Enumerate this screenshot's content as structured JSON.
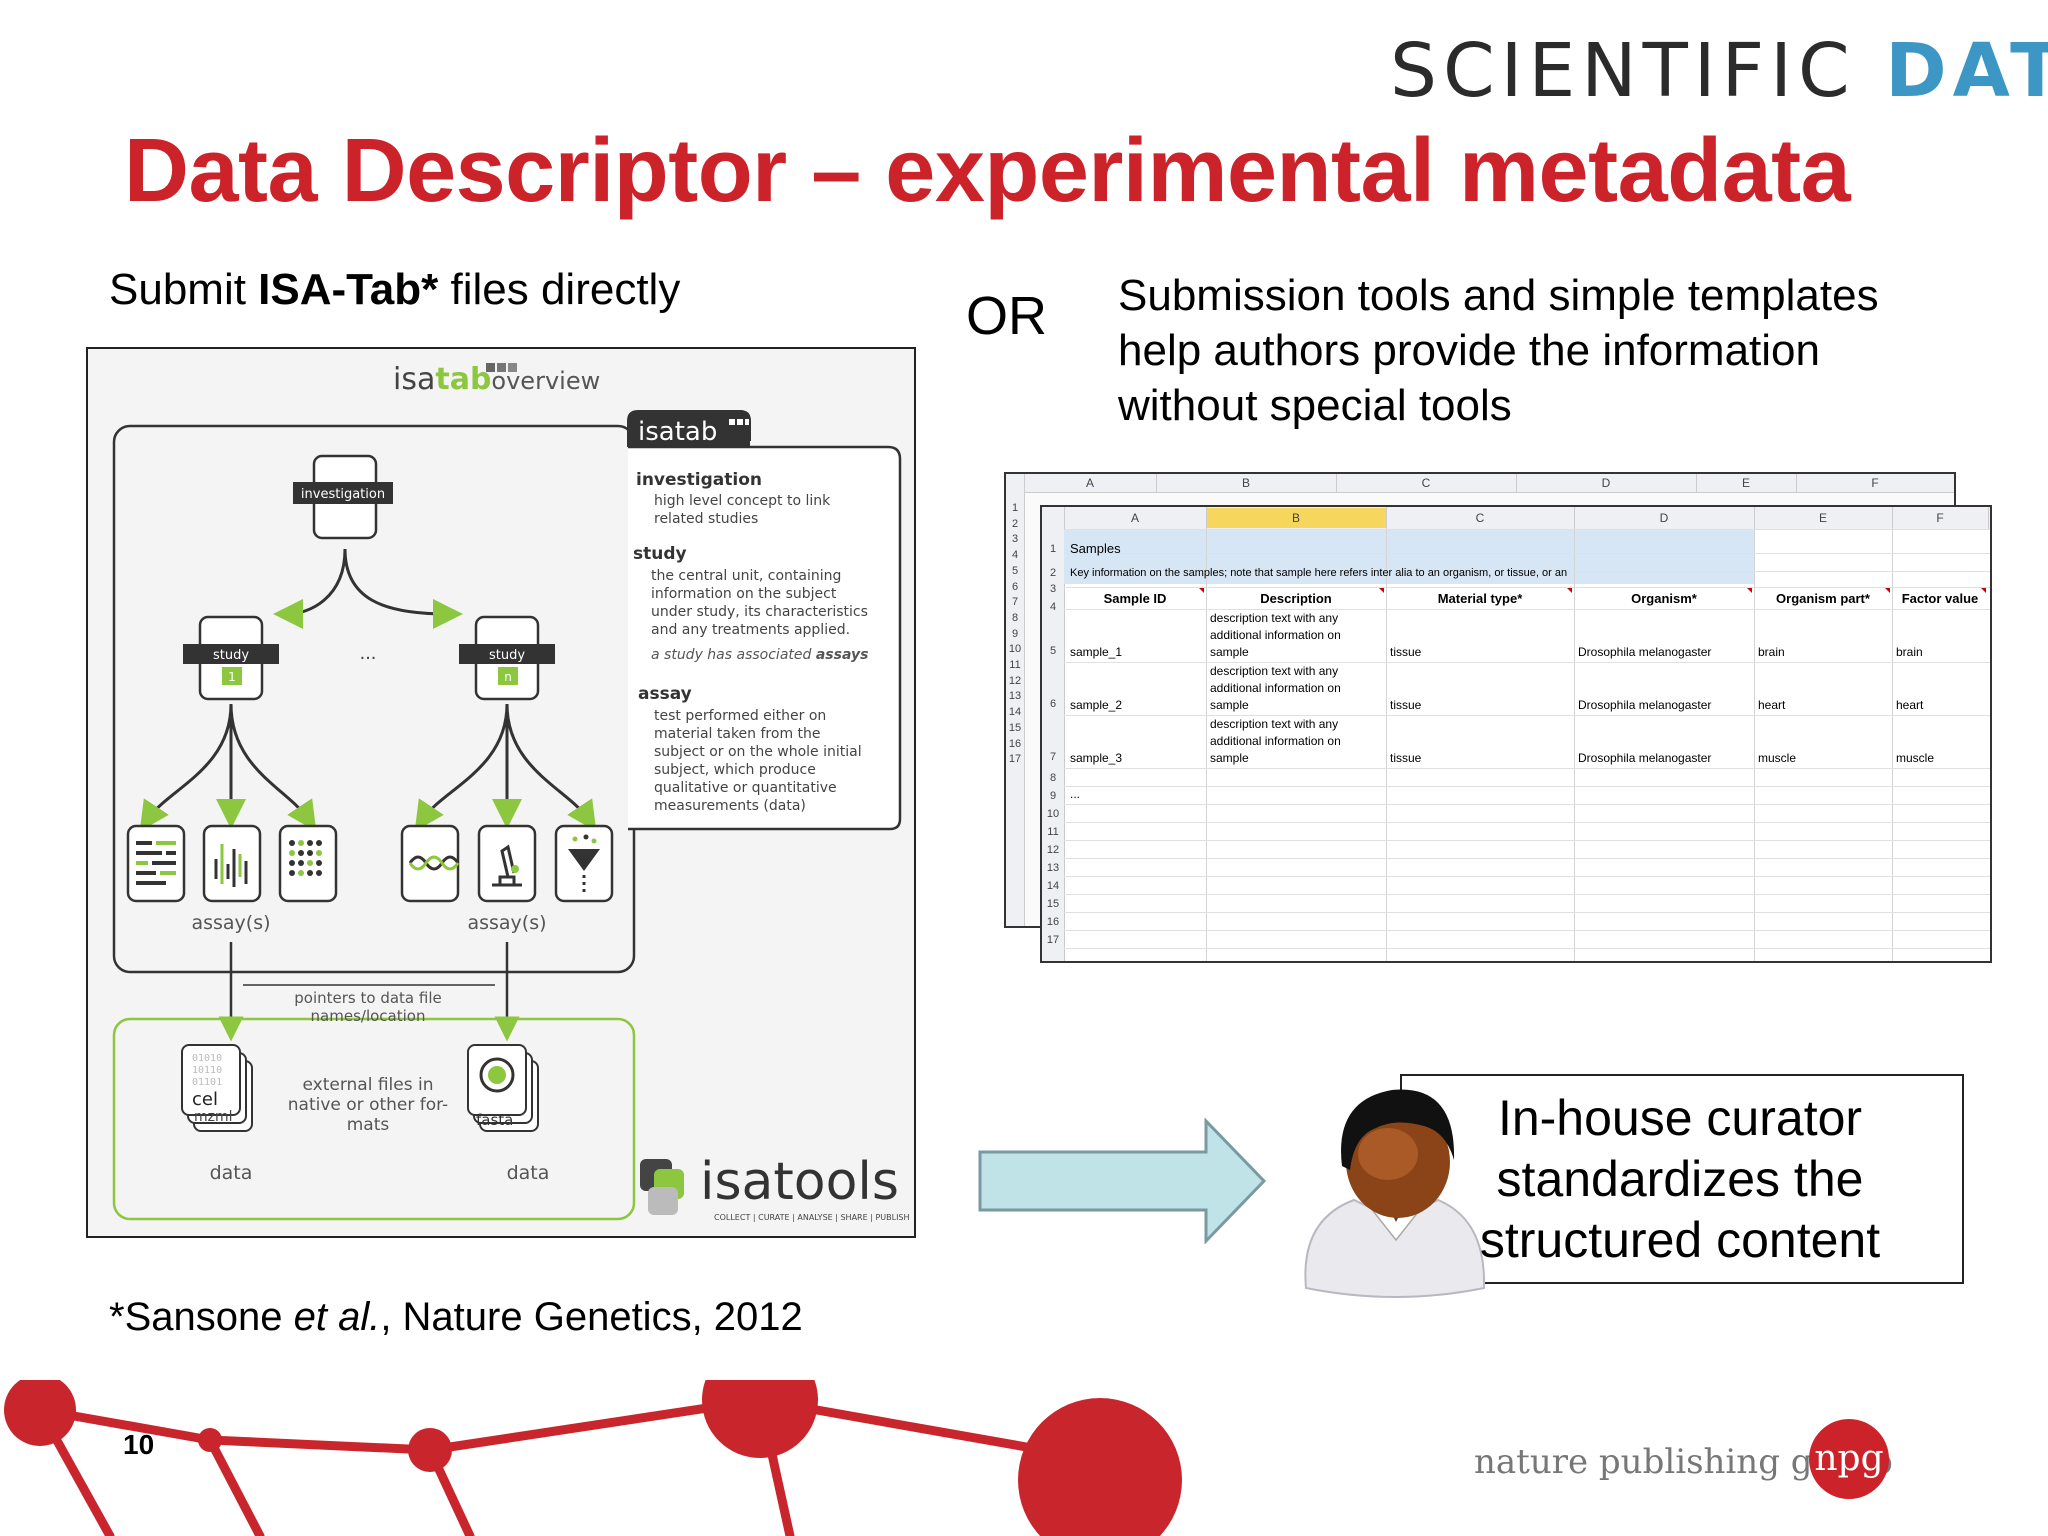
{
  "header": {
    "brand_part1": "SCIENTIFIC ",
    "brand_part2": "DATA",
    "title": "Data Descriptor – experimental metadata"
  },
  "left": {
    "heading_prefix": "Submit ",
    "heading_bold": "ISA-Tab*",
    "heading_suffix": " files directly",
    "isa": {
      "logo_isa": "isa",
      "logo_tab": "tab",
      "logo_overview": "overview",
      "investigation_box": "investigation",
      "study1_label": "study",
      "study1_num": "1",
      "studyn_label": "study",
      "studyn_num": "n",
      "ellipsis": "...",
      "assays_left": "assay(s)",
      "assays_right": "assay(s)",
      "pointers_line1": "pointers to data file",
      "pointers_line2": "names/location",
      "external_line1": "external files in",
      "external_line2": "native or other for-",
      "external_line3": "mats",
      "data_left": "data",
      "data_right": "data",
      "file_cel": "cel",
      "file_mzml": "mzml",
      "file_fasta": "fasta",
      "legend_tab": "isatab",
      "legend_investigation_title": "investigation",
      "legend_investigation_l1": "high level concept to link",
      "legend_investigation_l2": "related studies",
      "legend_study_title": "study",
      "legend_study_l1": "the central unit, containing",
      "legend_study_l2": "information on the subject",
      "legend_study_l3": "under study, its characteristics",
      "legend_study_l4": "and any treatments applied.",
      "legend_study_note": "a study has associated ",
      "legend_study_note_bold": "assays",
      "legend_assay_title": "assay",
      "legend_assay_l1": "test performed either on",
      "legend_assay_l2": "material taken from the",
      "legend_assay_l3": "subject or on the whole initial",
      "legend_assay_l4": "subject, which produce",
      "legend_assay_l5": "qualitative or quantitative",
      "legend_assay_l6": "measurements (data)",
      "isatools_logo": "isatools",
      "isatools_tag": "COLLECT | CURATE | ANALYSE | SHARE | PUBLISH"
    }
  },
  "or_label": "OR",
  "right": {
    "heading_l1": "Submission tools and simple templates",
    "heading_l2": "help authors provide the information",
    "heading_l3": "without special tools",
    "spreadsheet": {
      "columns": [
        "A",
        "B",
        "C",
        "D",
        "E",
        "F"
      ],
      "back_row_numbers": [
        "1",
        "2",
        "3",
        "4",
        "5",
        "6",
        "7",
        "8",
        "9",
        "10",
        "11",
        "12",
        "13",
        "14",
        "15",
        "16",
        "17"
      ],
      "samples_label": "Samples",
      "key_info": "Key information on the samples; note that sample here refers inter alia to an organism, or tissue, or an",
      "headers": [
        "Sample ID",
        "Description",
        "Material type*",
        "Organism*",
        "Organism part*",
        "Factor value"
      ],
      "rows": [
        {
          "num": "5",
          "id": "sample_1",
          "desc": [
            "description text with any",
            "additional information on",
            "sample"
          ],
          "material": "tissue",
          "organism": "Drosophila melanogaster",
          "part": "brain",
          "factor": "brain"
        },
        {
          "num": "6",
          "id": "sample_2",
          "desc": [
            "description text with any",
            "additional information on",
            "sample"
          ],
          "material": "tissue",
          "organism": "Drosophila melanogaster",
          "part": "heart",
          "factor": "heart"
        },
        {
          "num": "7",
          "id": "sample_3",
          "desc": [
            "description text with any",
            "additional information on",
            "sample"
          ],
          "material": "tissue",
          "organism": "Drosophila melanogaster",
          "part": "muscle",
          "factor": "muscle"
        }
      ],
      "row8_ellipsis": "...",
      "empty_row_numbers": [
        "8",
        "9",
        "10",
        "11",
        "12",
        "13",
        "14",
        "15",
        "16",
        "17"
      ]
    }
  },
  "curator": {
    "line1": "In-house curator",
    "line2": "standardizes the",
    "line3": "structured content"
  },
  "footer": {
    "cite_prefix": "*Sansone ",
    "cite_italic": "et al.",
    "cite_suffix": ", Nature Genetics, 2012",
    "page_number": "10",
    "publisher": "nature publishing group",
    "npg": "npg"
  },
  "colors": {
    "title_red": "#cc2229",
    "brand_blue": "#3c97c4",
    "isa_green": "#8dc63f",
    "arrow_fill": "#bfe3e6"
  }
}
